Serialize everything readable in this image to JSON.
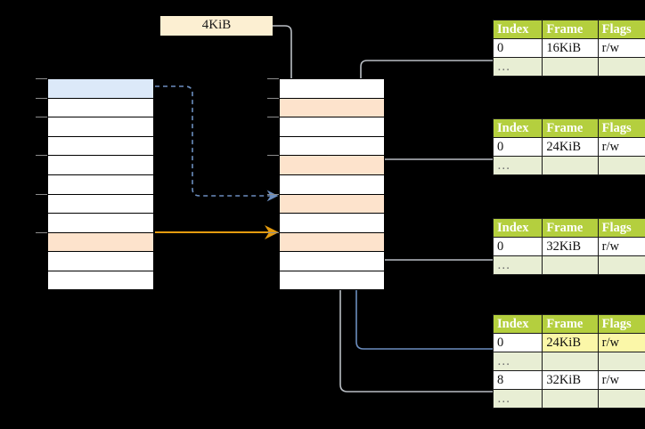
{
  "diagram": {
    "title": "multi-level page table walk",
    "colors": {
      "header_green": "#b4cf3e",
      "alt_row": "#e8eed4",
      "highlight_yellow": "#fbf7a8",
      "peach": "#fde3cc",
      "blue_row": "#dce9f9",
      "tag_bg": "#fcefd2",
      "orange_arrow": "#e49b0f",
      "blue_arrow": "#6c8ebf",
      "grey_arrow": "#b3b3b3"
    }
  },
  "tag": {
    "label": "4KiB"
  },
  "left_column": {
    "name": "source-column",
    "rows": [
      {
        "fill": "blue",
        "label": ""
      },
      {
        "fill": "white",
        "label": ""
      },
      {
        "fill": "white",
        "label": ""
      },
      {
        "fill": "white",
        "label": ""
      },
      {
        "fill": "white",
        "label": ""
      },
      {
        "fill": "white",
        "label": ""
      },
      {
        "fill": "white",
        "label": ""
      },
      {
        "fill": "white",
        "label": ""
      },
      {
        "fill": "peach",
        "label": ""
      },
      {
        "fill": "white",
        "label": ""
      },
      {
        "fill": "white",
        "label": ""
      }
    ]
  },
  "middle_column": {
    "name": "target-column",
    "rows": [
      {
        "fill": "white",
        "label": ""
      },
      {
        "fill": "peach",
        "label": ""
      },
      {
        "fill": "white",
        "label": ""
      },
      {
        "fill": "white",
        "label": ""
      },
      {
        "fill": "peach",
        "label": ""
      },
      {
        "fill": "white",
        "label": ""
      },
      {
        "fill": "peach",
        "label": ""
      },
      {
        "fill": "white",
        "label": ""
      },
      {
        "fill": "peach",
        "label": ""
      },
      {
        "fill": "white",
        "label": ""
      },
      {
        "fill": "white",
        "label": ""
      }
    ]
  },
  "tables": [
    {
      "id": "page-table-1",
      "headers": [
        "Index",
        "Frame",
        "Flags"
      ],
      "rows": [
        {
          "cells": [
            "0",
            "16KiB",
            "r/w"
          ],
          "style": "normal",
          "highlight": []
        },
        {
          "cells": [
            "…",
            "",
            ""
          ],
          "style": "alt",
          "highlight": []
        }
      ]
    },
    {
      "id": "page-table-2",
      "headers": [
        "Index",
        "Frame",
        "Flags"
      ],
      "rows": [
        {
          "cells": [
            "0",
            "24KiB",
            "r/w"
          ],
          "style": "normal",
          "highlight": []
        },
        {
          "cells": [
            "…",
            "",
            ""
          ],
          "style": "alt",
          "highlight": []
        }
      ]
    },
    {
      "id": "page-table-3",
      "headers": [
        "Index",
        "Frame",
        "Flags"
      ],
      "rows": [
        {
          "cells": [
            "0",
            "32KiB",
            "r/w"
          ],
          "style": "normal",
          "highlight": []
        },
        {
          "cells": [
            "…",
            "",
            ""
          ],
          "style": "alt",
          "highlight": []
        }
      ]
    },
    {
      "id": "page-table-4",
      "headers": [
        "Index",
        "Frame",
        "Flags"
      ],
      "rows": [
        {
          "cells": [
            "0",
            "24KiB",
            "r/w"
          ],
          "style": "normal",
          "highlight": [
            1,
            2
          ]
        },
        {
          "cells": [
            "…",
            "",
            ""
          ],
          "style": "alt",
          "highlight": []
        },
        {
          "cells": [
            "8",
            "32KiB",
            "r/w"
          ],
          "style": "normal",
          "highlight": []
        },
        {
          "cells": [
            "…",
            "",
            ""
          ],
          "style": "alt",
          "highlight": []
        }
      ]
    }
  ]
}
